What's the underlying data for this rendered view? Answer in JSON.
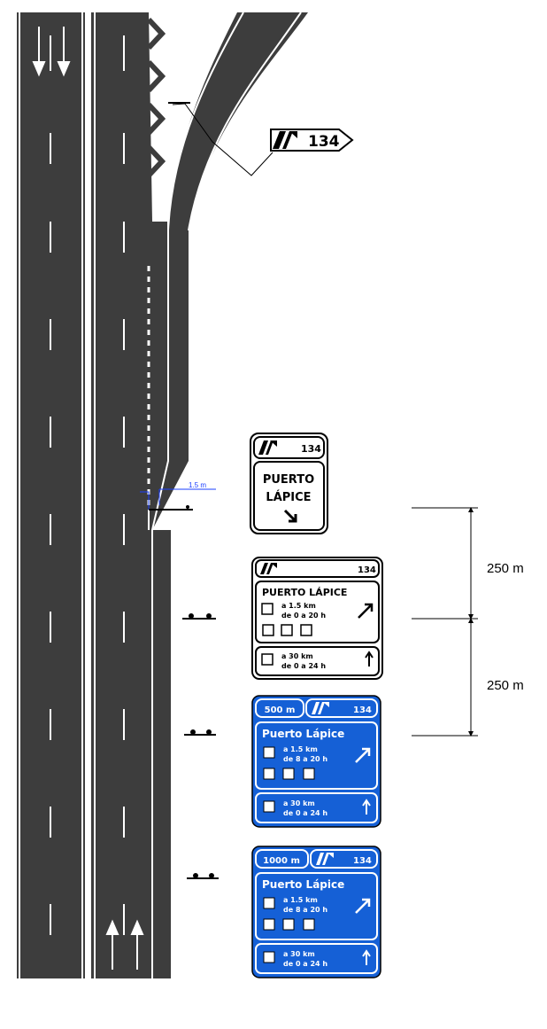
{
  "exit_number": "134",
  "offset_label": "1.5 m",
  "dimensions": {
    "segment1": "250 m",
    "segment2": "250 m"
  },
  "sign_exit_start": {
    "number": "134",
    "destination_line1": "PUERTO",
    "destination_line2": "LÁPICE"
  },
  "sign_white": {
    "number": "134",
    "destination": "PUERTO LÁPICE",
    "service1_dist": "a 1.5 km",
    "service1_hours": "de 0 a 20 h",
    "service2_dist": "a 30 km",
    "service2_hours": "de 0 a 24 h"
  },
  "sign_blue_500": {
    "distance": "500 m",
    "number": "134",
    "destination": "Puerto Lápice",
    "service1_dist": "a 1.5 km",
    "service1_hours": "de 8 a 20 h",
    "service2_dist": "a 30 km",
    "service2_hours": "de 0 a 24 h"
  },
  "sign_blue_1000": {
    "distance": "1000 m",
    "number": "134",
    "destination": "Puerto Lápice",
    "service1_dist": "a 1.5 km",
    "service1_hours": "de 8 a 20 h",
    "service2_dist": "a 30 km",
    "service2_hours": "de 0 a 24 h"
  },
  "colors": {
    "asphalt": "#3d3d3d",
    "sign_blue": "#1560d6",
    "dim_blue": "#1a3fff"
  }
}
